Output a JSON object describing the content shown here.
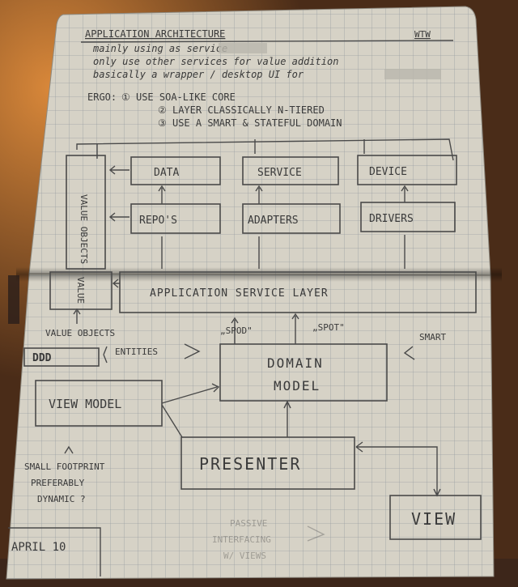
{
  "notes": {
    "title": "APPLICATION ARCHITECTURE",
    "corner_tag": "WTW",
    "bullets": [
      "mainly using        as service",
      "only use other services for value addition",
      "basically a wrapper / desktop UI for"
    ],
    "ergo_prefix": "ERGO:",
    "ergo_items": [
      "① USE SOA-LIKE CORE",
      "② LAYER CLASSICALLY N-TIERED",
      "③ USE A SMART & STATEFUL DOMAIN"
    ]
  },
  "top_diagram": {
    "value_objects_vertical": "VALUE OBJECTS",
    "boxes": {
      "data": "DATA",
      "service": "SERVICE",
      "device": "DEVICE",
      "repos": "REPO'S",
      "adapters": "ADAPTERS",
      "drivers": "DRIVERS"
    }
  },
  "bottom_diagram": {
    "value_vertical": "VALUE",
    "app_service_layer": "APPLICATION SERVICE LAYER",
    "value_objects": "VALUE OBJECTS",
    "entities": "ENTITIES",
    "ddd": "DDD",
    "spod": "„SPOD\"",
    "spot": "„SPOT\"",
    "smart": "SMART",
    "domain_model_line1": "DOMAIN",
    "domain_model_line2": "MODEL",
    "view_model": "VIEW MODEL",
    "presenter": "PRESENTER",
    "view": "VIEW",
    "footprint_notes": [
      "SMALL FOOTPRINT",
      "PREFERABLY",
      "DYNAMIC ?"
    ],
    "faint_notes": [
      "PASSIVE",
      "INTERFACING",
      "W/ VIEWS"
    ],
    "date_stamp": "APRIL 10"
  }
}
